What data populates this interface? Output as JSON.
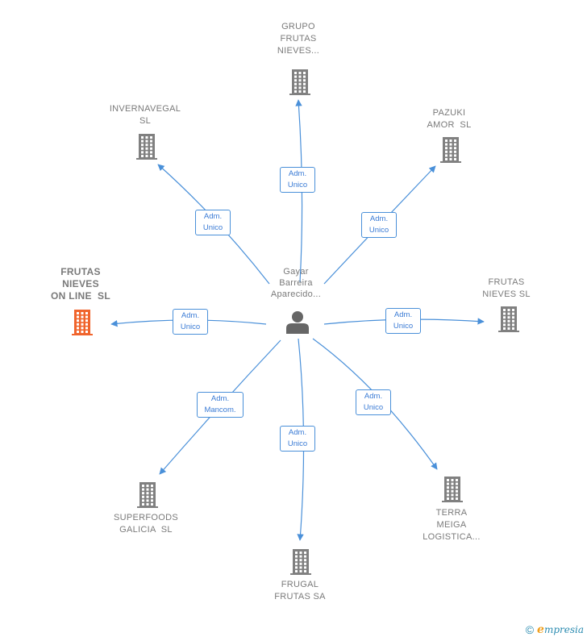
{
  "center": {
    "label_lines": [
      "Gayar",
      "Barreira",
      "Aparecido..."
    ],
    "icon": "person-icon"
  },
  "companies": [
    {
      "id": "grupo-frutas-nieves",
      "label_lines": [
        "GRUPO",
        "FRUTAS",
        "NIEVES..."
      ],
      "focus": false,
      "icon": "building-icon",
      "relation": [
        "Adm.",
        "Unico"
      ]
    },
    {
      "id": "pazuki-amor",
      "label_lines": [
        "PAZUKI",
        "AMOR  SL"
      ],
      "focus": false,
      "icon": "building-icon",
      "relation": [
        "Adm.",
        "Unico"
      ]
    },
    {
      "id": "frutas-nieves",
      "label_lines": [
        "FRUTAS",
        "NIEVES SL"
      ],
      "focus": false,
      "icon": "building-icon",
      "relation": [
        "Adm.",
        "Unico"
      ]
    },
    {
      "id": "terra-meiga-logistica",
      "label_lines": [
        "TERRA",
        "MEIGA",
        "LOGISTICA..."
      ],
      "focus": false,
      "icon": "building-icon",
      "relation": [
        "Adm.",
        "Unico"
      ]
    },
    {
      "id": "frugal-frutas",
      "label_lines": [
        "FRUGAL",
        "FRUTAS SA"
      ],
      "focus": false,
      "icon": "building-icon",
      "relation": [
        "Adm.",
        "Unico"
      ]
    },
    {
      "id": "superfoods-galicia",
      "label_lines": [
        "SUPERFOODS",
        "GALICIA  SL"
      ],
      "focus": false,
      "icon": "building-icon",
      "relation": [
        "Adm.",
        "Mancom."
      ]
    },
    {
      "id": "frutas-nieves-on-line",
      "label_lines": [
        "FRUTAS",
        "NIEVES",
        "ON LINE  SL"
      ],
      "focus": true,
      "icon": "building-icon",
      "relation": [
        "Adm.",
        "Unico"
      ]
    },
    {
      "id": "invernavegal",
      "label_lines": [
        "INVERNAVEGAL",
        "SL"
      ],
      "focus": false,
      "icon": "building-icon",
      "relation": [
        "Adm.",
        "Unico"
      ]
    }
  ],
  "colors": {
    "edge": "#4a90d9",
    "building": "#808080",
    "building_focus": "#f0642c",
    "person": "#666666"
  },
  "footer": {
    "copyright_symbol": "©",
    "brand_initial": "e",
    "brand_rest": "mpresia"
  }
}
